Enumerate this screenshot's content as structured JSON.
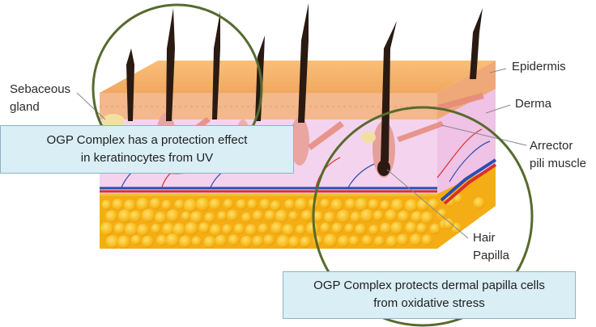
{
  "labels": {
    "sebaceous_line1": "Sebaceous",
    "sebaceous_line2": "gland",
    "epidermis": "Epidermis",
    "derma": "Derma",
    "arrector_line1": "Arrector",
    "arrector_line2": "pili muscle",
    "hair_line1": "Hair",
    "hair_line2": "Papilla"
  },
  "callouts": {
    "uv": {
      "line1": "OGP Complex has a protection effect",
      "line2": "in keratinocytes from UV"
    },
    "oxidative": {
      "line1": "OGP Complex protects dermal papilla cells",
      "line2": "from oxidative stress"
    }
  },
  "colors": {
    "epidermis_top": "#f6b36a",
    "epidermis_front": "#f3b88c",
    "dermis": "#f4d3ee",
    "fat": "#f7b719",
    "fat_light": "#ffd84a",
    "hair": "#2a1a12",
    "circle": "#556b2f",
    "artery": "#d9302c",
    "vein": "#2b4fb0",
    "callout_bg": "#d9eef5"
  }
}
